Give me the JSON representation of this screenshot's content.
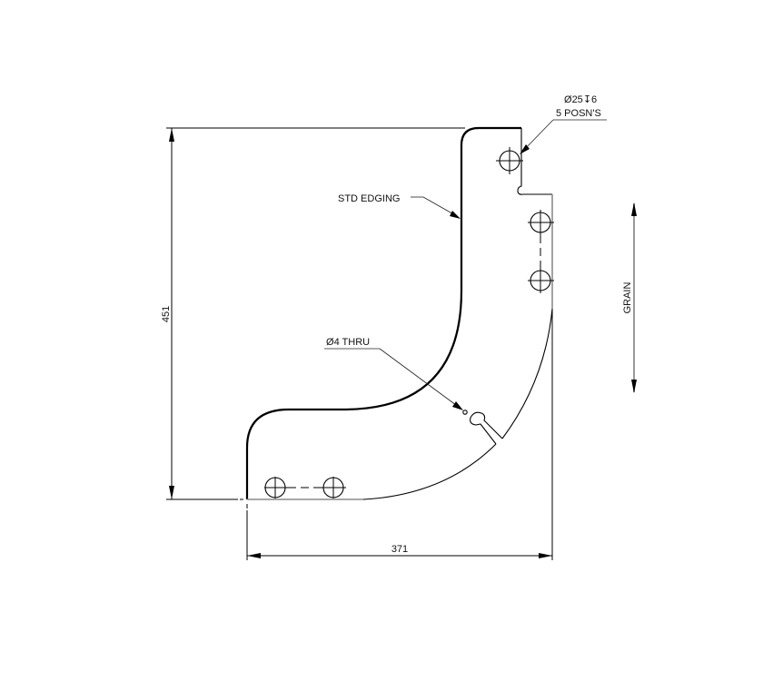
{
  "drawing": {
    "background": "#ffffff",
    "line_color": "#000000",
    "grain_arrow_color": "#9a9a9a"
  },
  "annotations": {
    "counterbore_spec": "Ø25↧6",
    "counterbore_spec_dia": "Ø",
    "counterbore_spec_value": "25",
    "counterbore_spec_depth_symbol": "↧",
    "counterbore_spec_depth": "6",
    "counterbore_positions": "5 POSN'S",
    "edging_label": "STD EDGING",
    "thru_hole_dia_symbol": "Ø",
    "thru_hole_label": "4 THRU",
    "grain_label": "GRAIN"
  },
  "dimensions": {
    "height": "451",
    "width": "371"
  },
  "icons": {
    "diameter": "diameter-symbol",
    "depth": "depth-symbol",
    "arrow": "arrowhead"
  }
}
